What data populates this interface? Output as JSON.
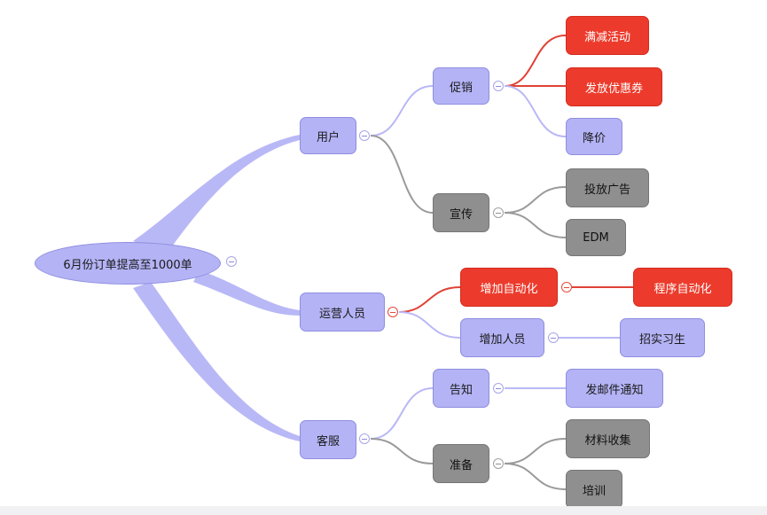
{
  "colors": {
    "purple_node": "#b4b3f5",
    "purple_line": "#b9b8f6",
    "grey_node": "#8f8f8f",
    "grey_line": "#9a9a9a",
    "red_node": "#ec3b2c",
    "red_line": "#e04236"
  },
  "root": {
    "label": "6月份订单提高至1000单"
  },
  "branches": {
    "user": {
      "label": "用户",
      "promo": {
        "label": "促销",
        "items": [
          "满减活动",
          "发放优惠券",
          "降价"
        ]
      },
      "publicity": {
        "label": "宣传",
        "items": [
          "投放广告",
          "EDM"
        ]
      }
    },
    "ops": {
      "label": "运营人员",
      "automation": {
        "label": "增加自动化",
        "item": "程序自动化"
      },
      "staff": {
        "label": "增加人员",
        "item": "招实习生"
      }
    },
    "service": {
      "label": "客服",
      "notice": {
        "label": "告知",
        "item": "发邮件通知"
      },
      "prepare": {
        "label": "准备",
        "items": [
          "材料收集",
          "培训"
        ]
      }
    }
  }
}
